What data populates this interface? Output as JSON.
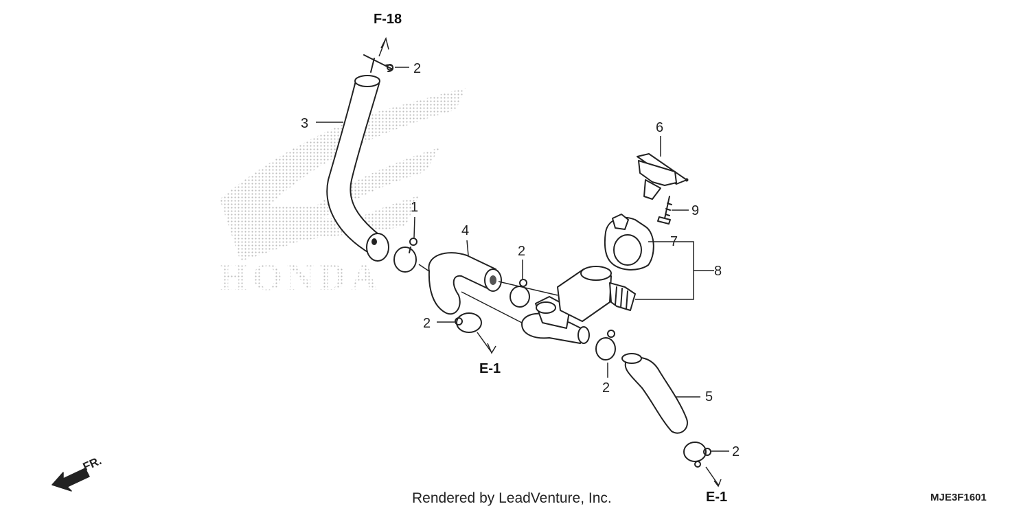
{
  "diagram": {
    "watermark_text": "HONDA",
    "footer": "Rendered by LeadVenture, Inc.",
    "diagram_code": "MJE3F1601",
    "direction_label": "FR.",
    "references": {
      "f18": "F-18",
      "e1_left": "E-1",
      "e1_right": "E-1"
    },
    "callouts": {
      "c1": "1",
      "c2_top": "2",
      "c2_mid": "2",
      "c2_left": "2",
      "c2_valve": "2",
      "c2_bottom": "2",
      "c3": "3",
      "c4": "4",
      "c5": "5",
      "c6": "6",
      "c7": "7",
      "c8": "8",
      "c9": "9"
    }
  }
}
